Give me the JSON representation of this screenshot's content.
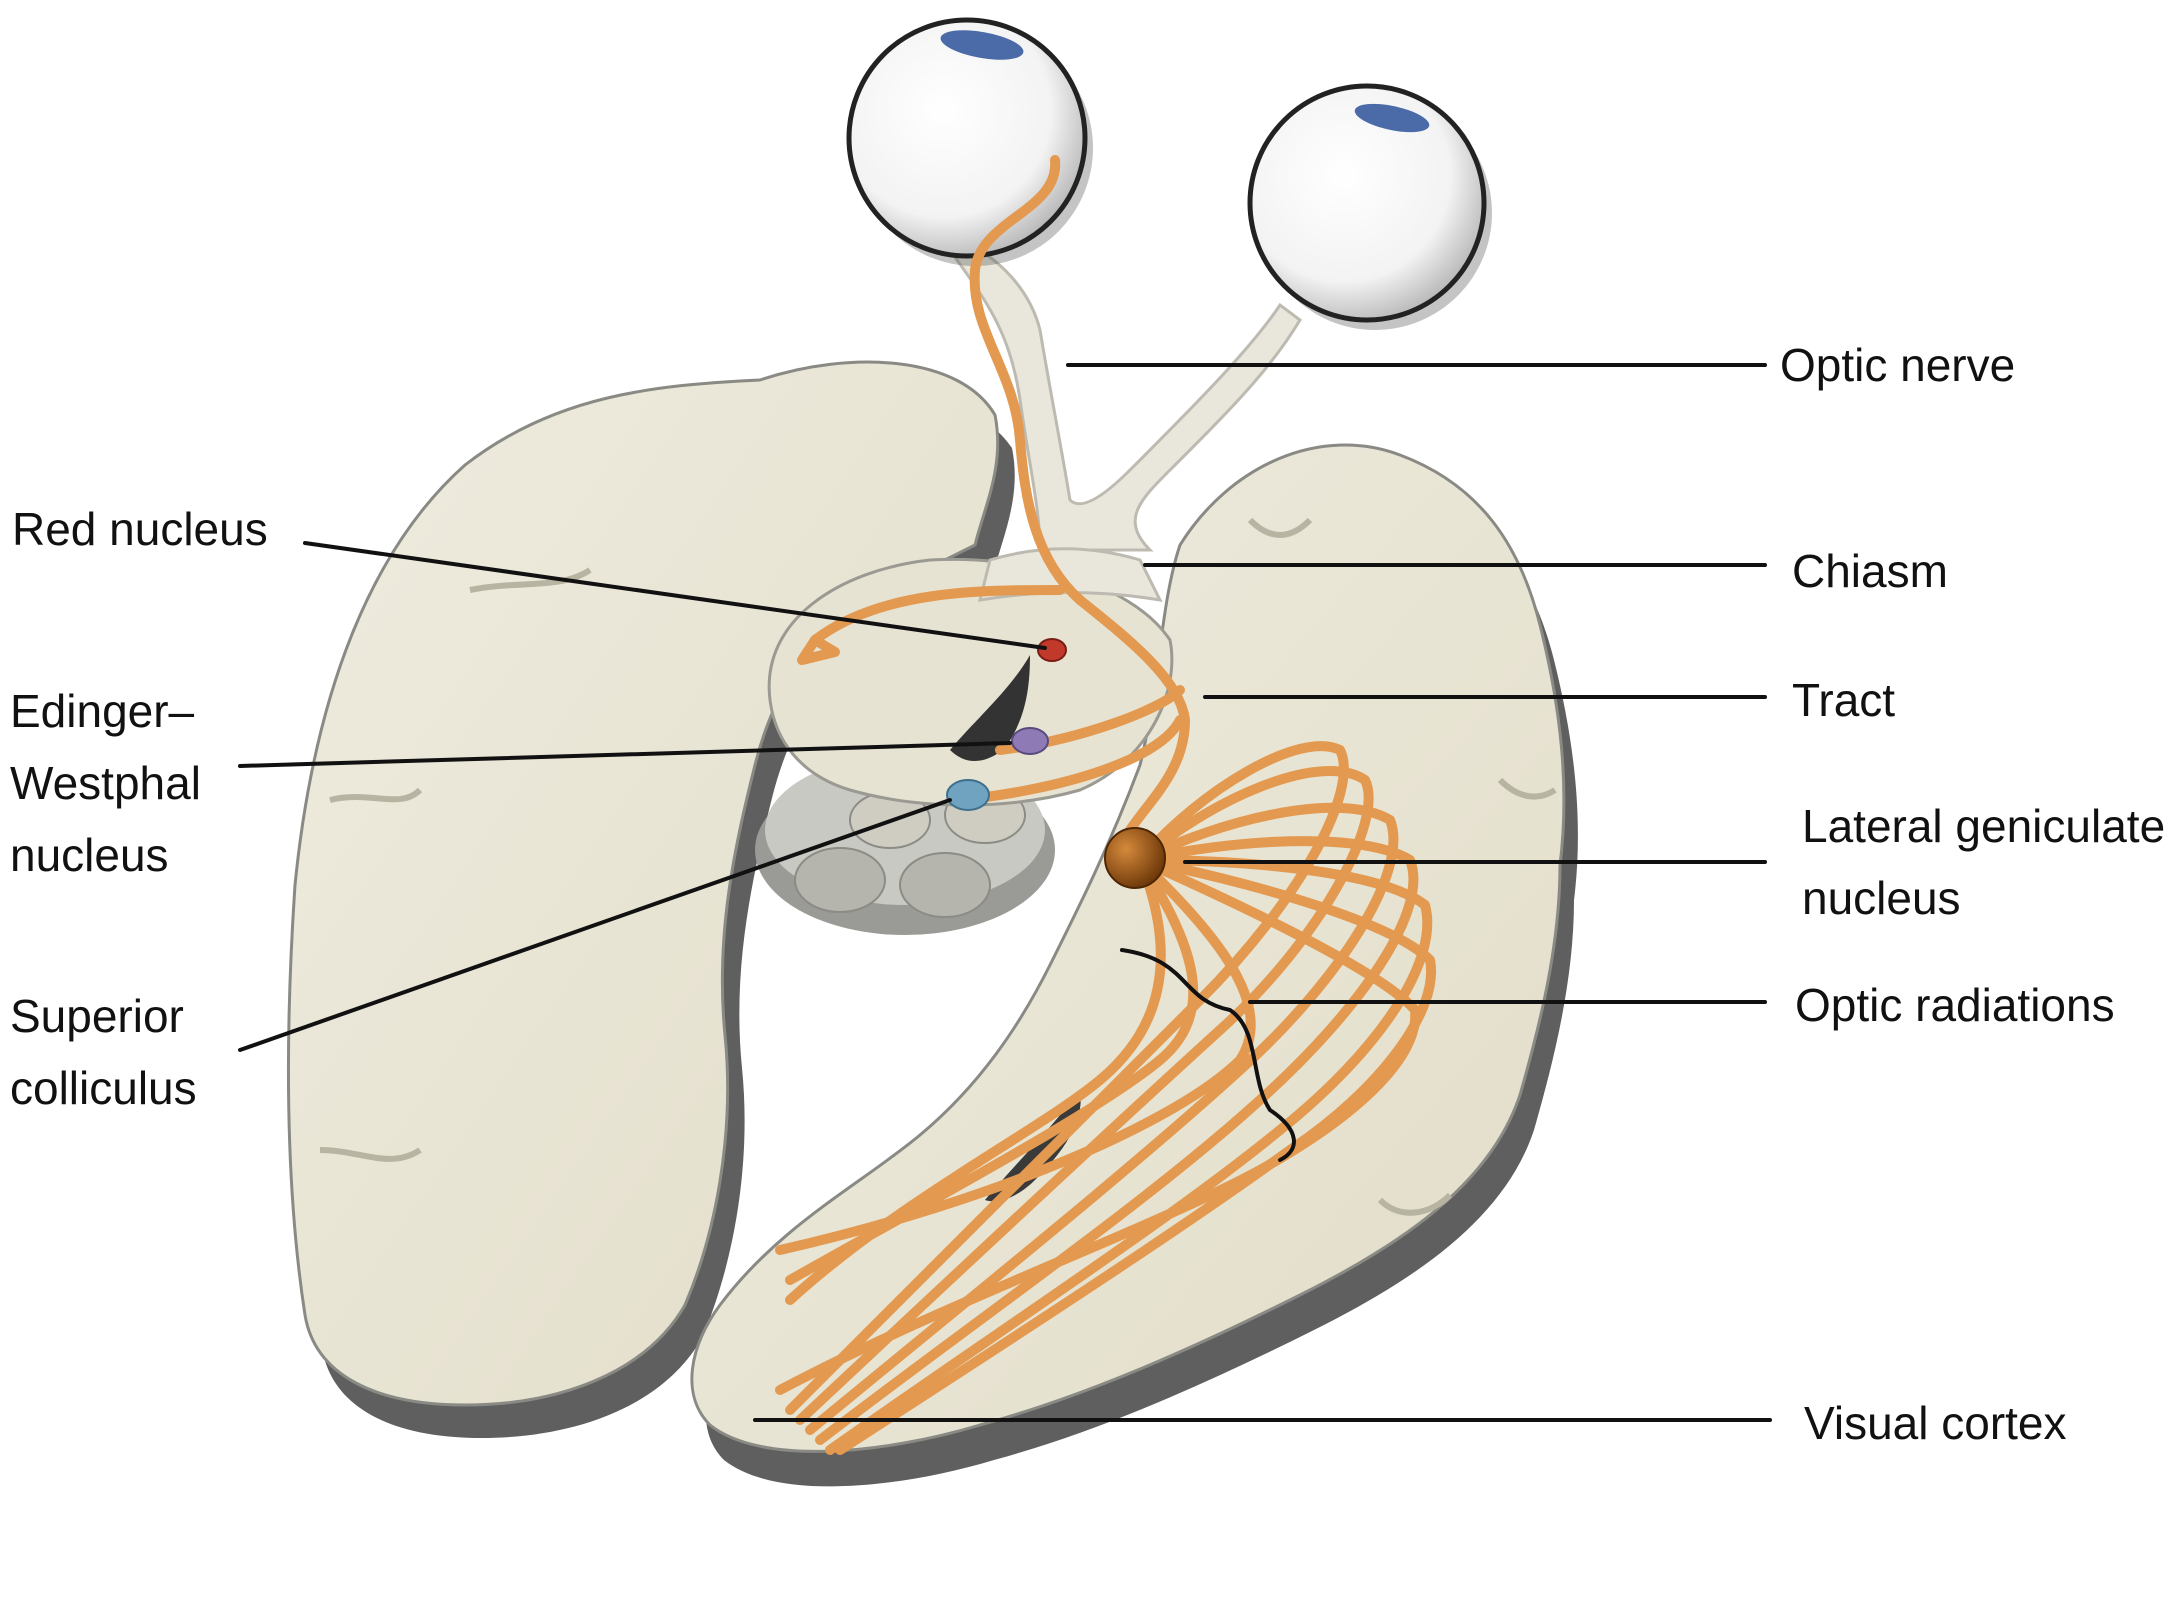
{
  "labels": {
    "optic_nerve": "Optic nerve",
    "chiasm": "Chiasm",
    "tract": "Tract",
    "red_nucleus": "Red nucleus",
    "edinger_westphal": "Edinger–\nWestphal\nnucleus",
    "superior_colliculus": "Superior\ncolliculus",
    "lateral_geniculate": "Lateral geniculate\nnucleus",
    "optic_radiations": "Optic radiations",
    "visual_cortex": "Visual cortex"
  },
  "colors": {
    "brain_tissue": "#e8e4d2",
    "brain_shadow": "#6d6d6d",
    "fiber": "#e39a50",
    "red_nucleus": "#c0392b",
    "edinger_westphal": "#8e7bb5",
    "superior_colliculus": "#6fa3c0",
    "lateral_geniculate": "#8a4e12",
    "pupil": "#4a6aa8"
  }
}
